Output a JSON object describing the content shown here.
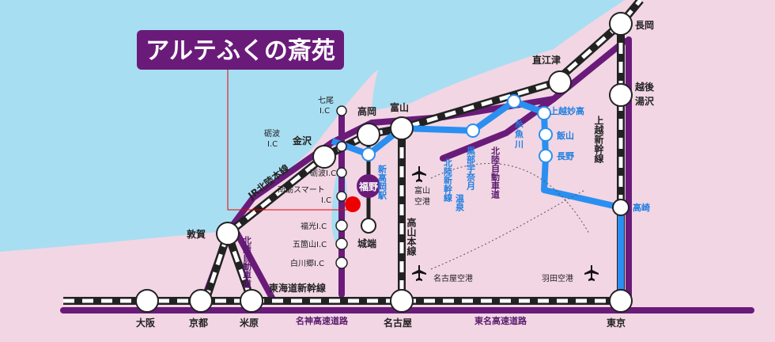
{
  "title": "アルテふくの斎苑",
  "stations": {
    "nagaoka": "長岡",
    "echigo_yuzawa_1": "越後",
    "echigo_yuzawa_2": "湯沢",
    "naoetsu": "直江津",
    "joetsu_myoko": "上越妙高",
    "itoigawa_1": "糸",
    "itoigawa_2": "魚",
    "itoigawa_3": "川",
    "iiyama": "飯山",
    "nagano": "長野",
    "takasaki": "高崎",
    "tokyo": "東京",
    "toyama": "富山",
    "takaoka": "高岡",
    "kanazawa": "金沢",
    "shin_takaoka": "新高岡駅",
    "fukuno": "福野",
    "johana": "城端",
    "kurobe_1": "黒部宇奈月",
    "kurobe_2": "温泉",
    "tsuruga": "敦賀",
    "osaka": "大阪",
    "kyoto": "京都",
    "maibara": "米原",
    "nagoya": "名古屋"
  },
  "interchanges": {
    "nanao_1": "七尾",
    "nanao_2": "I.C",
    "tonami_1": "砺波",
    "tonami_2": "I.C",
    "tonami_ic": "砺波I.C",
    "nanto_smart_1": "南砺スマート",
    "nanto_smart_2": "I.C",
    "fukumitsu": "福光I.C",
    "gokayama": "五箇山I.C",
    "shirakawago": "白川郷I.C"
  },
  "lines": {
    "hokuriku_shinkansen_east": "北陸新幹線",
    "joetsu_shinkansen": "上越新幹線",
    "hokuriku_expressway_east": "北陸自動車道",
    "hokuriku_expressway_west": "北陸自動車道",
    "jr_hokuriku_line": "JR北陸本線",
    "takayama_line": "高山本線",
    "tokaido_shinkansen": "東海道新幹線",
    "meishin_expressway": "名神高速道路",
    "tomei_expressway": "東名高速道路"
  },
  "airports": {
    "toyama_1": "富山",
    "toyama_2": "空港",
    "nagoya": "名古屋空港",
    "haneda": "羽田空港"
  },
  "colors": {
    "sea": "#a8def2",
    "land": "#f2d6e4",
    "purple": "#6a1b7a",
    "blue": "#2a8ff0",
    "red": "#ee0000"
  }
}
